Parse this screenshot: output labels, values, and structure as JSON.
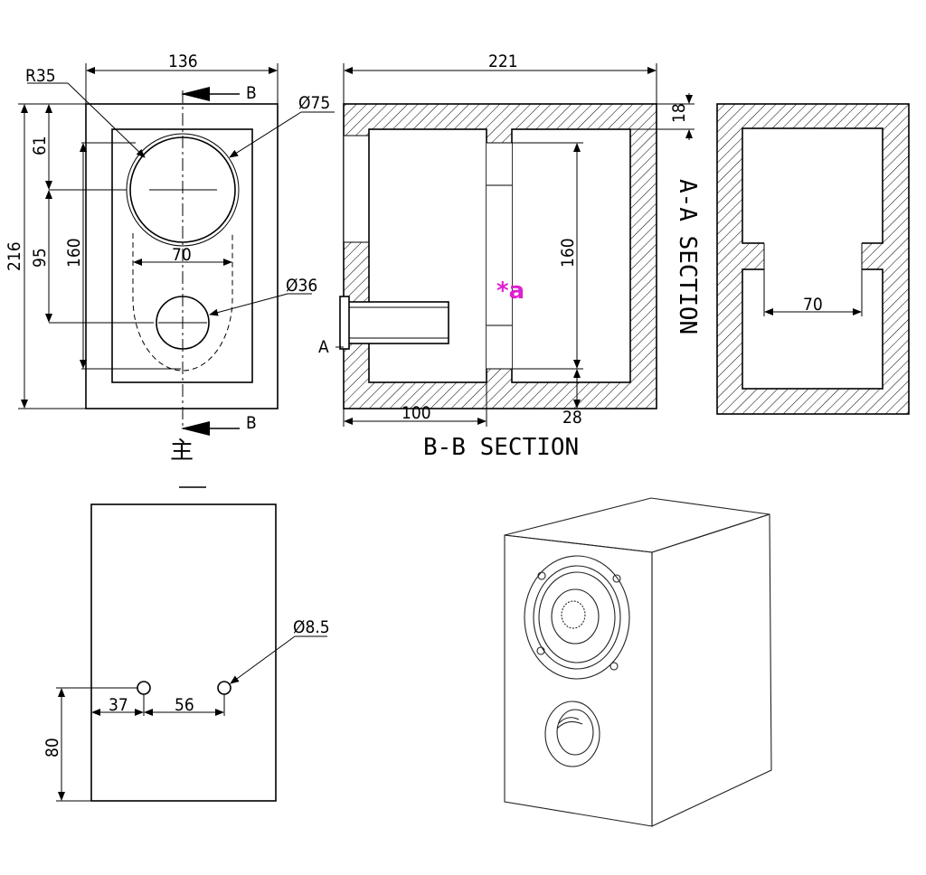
{
  "front_view": {
    "width": "136",
    "height": "216",
    "corner_radius": "R35",
    "woofer_diameter": "Ø75",
    "port_diameter": "Ø36",
    "dim_61": "61",
    "dim_95": "95",
    "dim_160": "160",
    "dim_70": "70",
    "section_mark_top": "B",
    "section_mark_bottom": "B",
    "cjk_char": "主"
  },
  "section_bb": {
    "title": "B-B SECTION",
    "width": "221",
    "wall": "18",
    "inner_height": "160",
    "dim_100": "100",
    "dim_28": "28",
    "label_a": "A",
    "note_a": "*a"
  },
  "section_aa": {
    "title": "A-A SECTION",
    "dim_70": "70"
  },
  "rear_view": {
    "terminal_diameter": "Ø8.5",
    "dim_37": "37",
    "dim_56": "56",
    "dim_80": "80"
  },
  "iso_view": {}
}
